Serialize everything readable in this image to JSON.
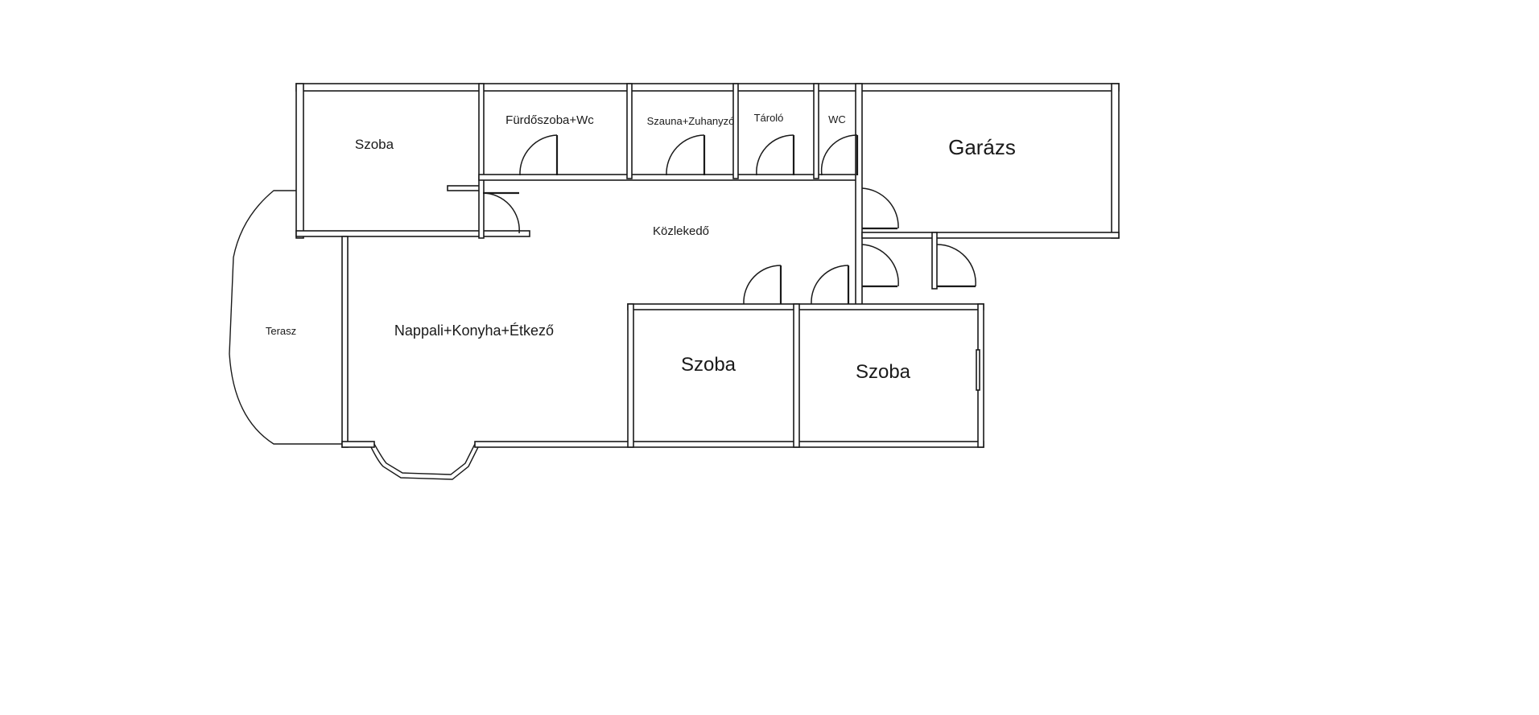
{
  "floor_plan": {
    "rooms": {
      "szoba_top_left": "Szoba",
      "furdoszoba": "Fürdőszoba+Wc",
      "szauna": "Szauna+Zuhanyzó",
      "tarolo": "Tároló",
      "wc": "WC",
      "garazs": "Garázs",
      "kozlekedo": "Közlekedő",
      "terasz": "Terasz",
      "nappali": "Nappali+Konyha+Étkező",
      "szoba_center": "Szoba",
      "szoba_right": "Szoba"
    },
    "colors": {
      "wall": "#1a1a1a",
      "background": "#ffffff"
    }
  }
}
